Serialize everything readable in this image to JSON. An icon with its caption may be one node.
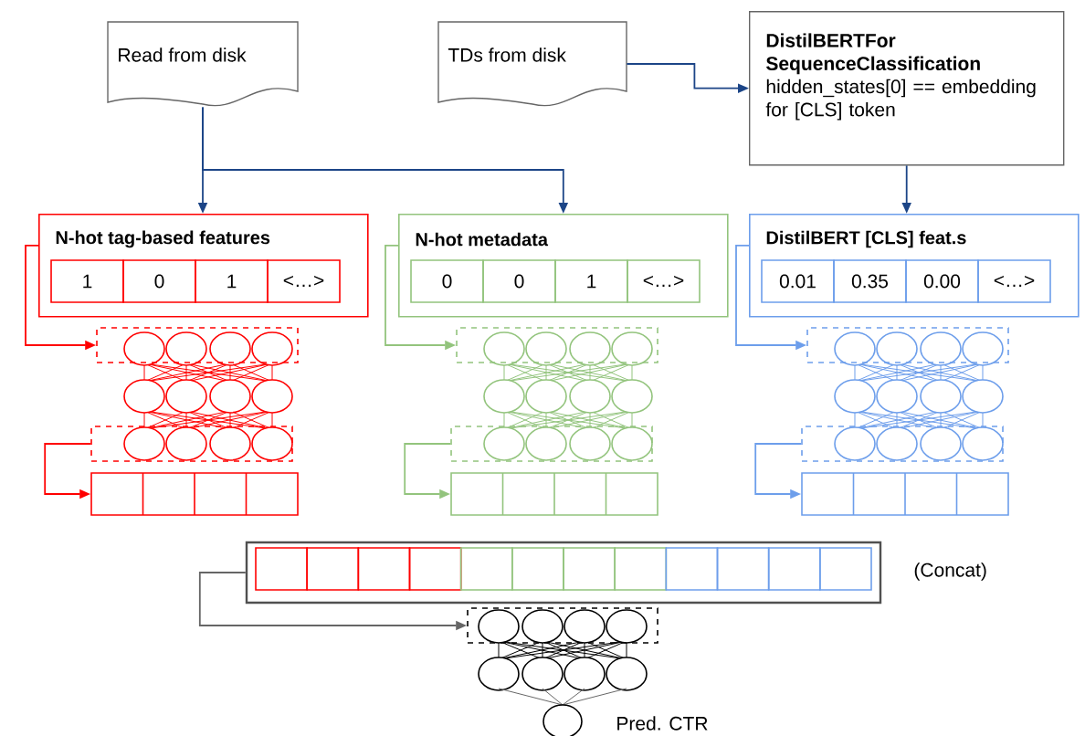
{
  "diagram": {
    "nodes": [
      {
        "text": [
          "Read from disk"
        ]
      },
      {
        "text": [
          "TDs from disk"
        ]
      },
      {
        "text": [
          "DistilBERTFor SequenceClassification",
          "hidden_states[0] == embedding for [CLS] token"
        ]
      },
      {
        "text": [
          "N-hot tag-based features"
        ]
      },
      {
        "text": [
          "1"
        ],
        "in": 3
      },
      {
        "text": [
          "0"
        ],
        "in": 3
      },
      {
        "text": [
          "1"
        ],
        "in": 3
      },
      {
        "text": [
          "<…>"
        ],
        "in": 3
      },
      {
        "text": [
          "N-hot metadata"
        ]
      },
      {
        "text": [
          "0"
        ],
        "in": 8
      },
      {
        "text": [
          "0"
        ],
        "in": 8
      },
      {
        "text": [
          "1"
        ],
        "in": 8
      },
      {
        "text": [
          "<…>"
        ],
        "in": 8
      },
      {
        "text": [
          "DistilBERT [CLS] feat.s"
        ]
      },
      {
        "text": [
          "0.01"
        ],
        "in": 13
      },
      {
        "text": [
          "0.35"
        ],
        "in": 13
      },
      {
        "text": [
          "0.00"
        ],
        "in": 13
      },
      {
        "text": [
          "<…>"
        ],
        "in": 13
      },
      {
        "text": [],
        "shape": "box"
      },
      {
        "text": [],
        "shape": "box"
      },
      {
        "text": [],
        "shape": "bar"
      },
      {
        "text": [],
        "shape": "box"
      },
      {
        "text": [],
        "shape": "box"
      },
      {
        "text": [],
        "shape": "bar"
      },
      {
        "text": [],
        "shape": "box"
      },
      {
        "text": [],
        "shape": "box"
      },
      {
        "text": [],
        "shape": "bar"
      },
      {
        "text": [],
        "shape": "box",
        "beside": [
          "(Concat)"
        ]
      },
      {
        "text": [],
        "shape": "box"
      },
      {
        "text": [],
        "shape": "circle",
        "beside": [
          "Pred. CTR"
        ]
      }
    ],
    "edges": [
      {
        "from": 0,
        "to": 3,
        "arrow": "to"
      },
      {
        "from": 0,
        "to": 8,
        "arrow": "to"
      },
      {
        "from": 1,
        "to": 2,
        "arrow": "to"
      },
      {
        "from": 2,
        "to": 13,
        "arrow": "to"
      },
      {
        "from": 3,
        "to": 18,
        "arrow": "to",
        "color": "#ff0000"
      },
      {
        "from": 19,
        "to": 20,
        "arrow": "to",
        "color": "#ff0000"
      },
      {
        "from": 8,
        "to": 21,
        "arrow": "to",
        "color": "#93c47d"
      },
      {
        "from": 22,
        "to": 23,
        "arrow": "to",
        "color": "#93c47d"
      },
      {
        "from": 13,
        "to": 24,
        "arrow": "to",
        "color": "#6d9eeb"
      },
      {
        "from": 25,
        "to": 26,
        "arrow": "to",
        "color": "#6d9eeb"
      },
      {
        "from": 27,
        "to": 28,
        "arrow": "to",
        "color": "#666666"
      }
    ]
  }
}
